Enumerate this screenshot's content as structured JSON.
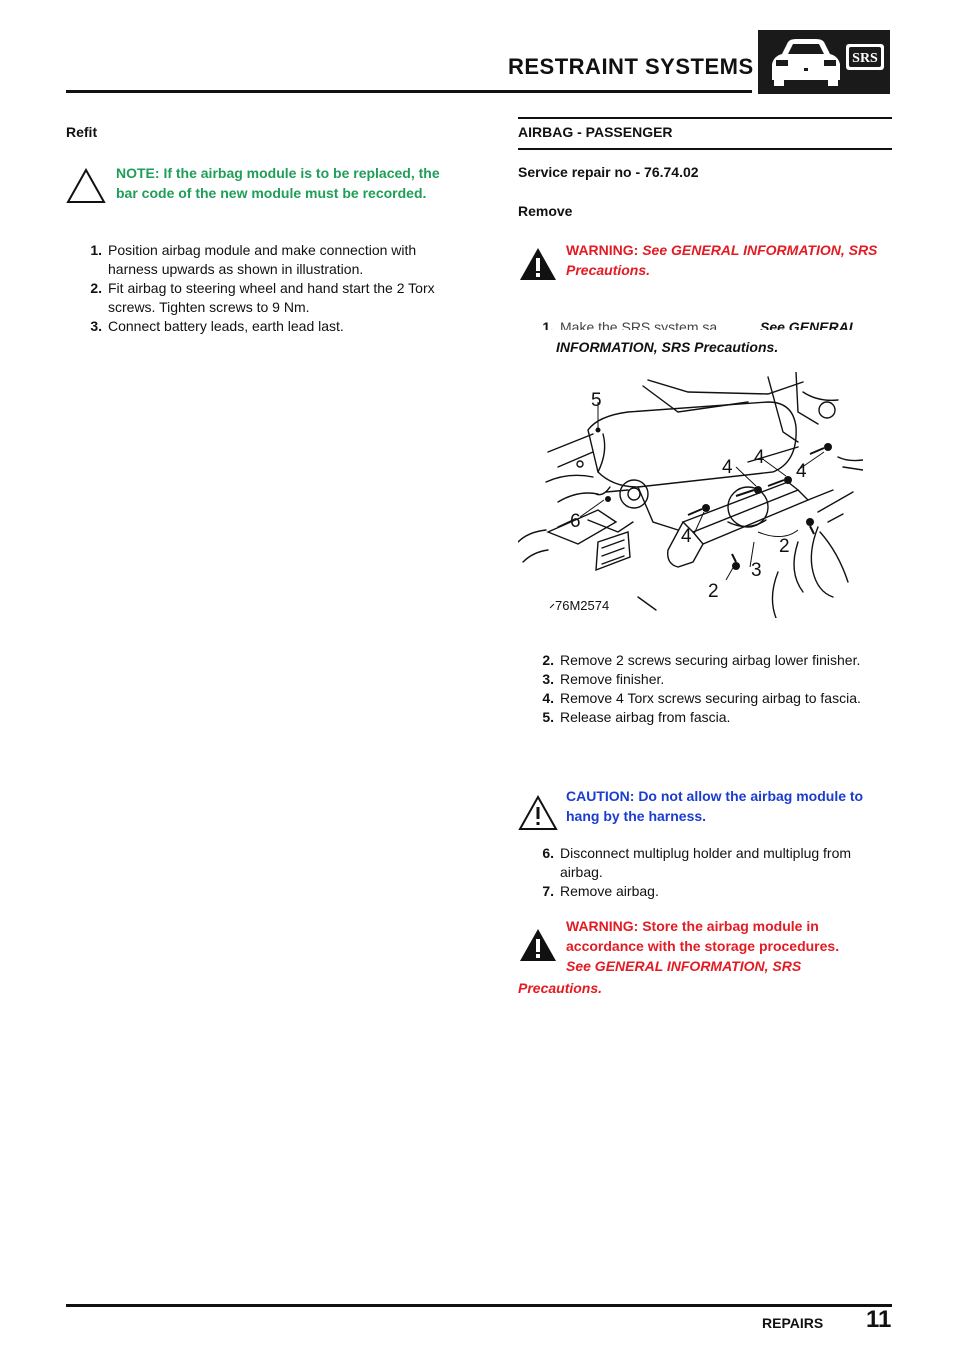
{
  "header": {
    "title": "RESTRAINT SYSTEMS",
    "badge_text": "SRS"
  },
  "footer": {
    "section": "REPAIRS",
    "page_number": "11"
  },
  "left": {
    "heading": "Refit",
    "note": "NOTE: If the airbag module is to be replaced, the bar code of the new module must be recorded.",
    "steps": [
      {
        "n": "1.",
        "text": "Position airbag module and make connection with harness upwards as shown in illustration."
      },
      {
        "n": "2.",
        "text": "Fit airbag to steering wheel and hand start the 2 Torx screws. Tighten screws to 9 Nm."
      },
      {
        "n": "3.",
        "text": "Connect battery leads, earth lead last."
      }
    ]
  },
  "right": {
    "title": "AIRBAG - PASSENGER",
    "service_repair": "Service repair no - 76.74.02",
    "remove_heading": "Remove",
    "warning1_label": "WARNING:",
    "warning1_text": "See  GENERAL INFORMATION, SRS Precautions.",
    "step1_num": "1.",
    "step1_partial": "Make the SRS system sa",
    "step1_see": "See  GENERAL",
    "step1_tail": "INFORMATION, SRS Precautions.",
    "diagram": {
      "code": "76M2574",
      "callouts": [
        "5",
        "4",
        "4",
        "4",
        "6",
        "4",
        "2",
        "3",
        "2"
      ]
    },
    "steps_a": [
      {
        "n": "2.",
        "text": "Remove 2 screws securing airbag lower finisher."
      },
      {
        "n": "3.",
        "text": "Remove finisher."
      },
      {
        "n": "4.",
        "text": "Remove 4 Torx screws securing airbag to fascia."
      },
      {
        "n": "5.",
        "text": "Release airbag from fascia."
      }
    ],
    "caution": "CAUTION: Do not allow the airbag module to hang by the harness.",
    "steps_b": [
      {
        "n": "6.",
        "text": "Disconnect multiplug holder and multiplug from airbag."
      },
      {
        "n": "7.",
        "text": "Remove airbag."
      }
    ],
    "warning2_text": "WARNING: Store the airbag module in accordance with the storage procedures.",
    "warning2_see": "See  GENERAL INFORMATION, SRS",
    "warning2_tail": "Precautions."
  }
}
